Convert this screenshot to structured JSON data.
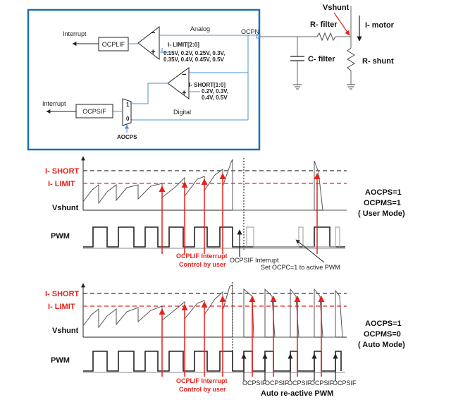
{
  "colors": {
    "frame": "#1d6fb8",
    "signal": "#4a90d9",
    "red": "#e8211b",
    "dark": "#222222",
    "gray": "#888888"
  },
  "circuit": {
    "interrupt_top": "Interrupt",
    "ocplif_box": "OCPLIF",
    "analog": "Analog",
    "ocpn": "OCPN",
    "ilimit_label": "I- LIMIT[2:0]",
    "ilimit_values_1": "0.15V, 0.2V, 0.25V, 0.3V,",
    "ilimit_values_2": "0.35V, 0.4V, 0.45V, 0.5V",
    "ishort_label": "I- SHORT[1:0]",
    "ishort_values_1": "0.2V, 0.3V,",
    "ishort_values_2": "0.4V, 0.5V",
    "interrupt_bottom": "Interrupt",
    "ocpsif_box": "OCPSIF",
    "digital": "Digital",
    "aocps": "AOCPS",
    "mux_1": "1",
    "mux_0": "0",
    "plus": "+",
    "minus": "−",
    "vshunt": "Vshunt",
    "imotor": "I- motor",
    "rfilter": "R- filter",
    "cfilter": "C- filter",
    "rshunt": "R- shunt"
  },
  "timing_user": {
    "i_short": "I- SHORT",
    "i_limit": "I- LIMIT",
    "vshunt": "Vshunt",
    "pwm": "PWM",
    "mode_line1": "AOCPS=1",
    "mode_line2": "OCPMS=1",
    "mode_line3": "( User Mode)",
    "ocplif_1": "OCPLIF Interrupt",
    "ocplif_2": "Control by user",
    "ocpsif": "OCPSIF Interrupt",
    "set_ocpc": "Set OCPC=1 to active PWM"
  },
  "timing_auto": {
    "i_short": "I- SHORT",
    "i_limit": "I- LIMIT",
    "vshunt": "Vshunt",
    "pwm": "PWM",
    "mode_line1": "AOCPS=1",
    "mode_line2": "OCPMS=0",
    "mode_line3": "( Auto Mode)",
    "ocplif_1": "OCPLIF Interrupt",
    "ocplif_2": "Control by user",
    "ocpsif_1": "OCPSIF",
    "ocpsif_2": "OCPSIF",
    "ocpsif_3": "OCPSIF",
    "ocpsif_4": "OCPSIF",
    "ocpsif_5": "OCPSIF",
    "auto_reactive": "Auto re-active PWM"
  }
}
